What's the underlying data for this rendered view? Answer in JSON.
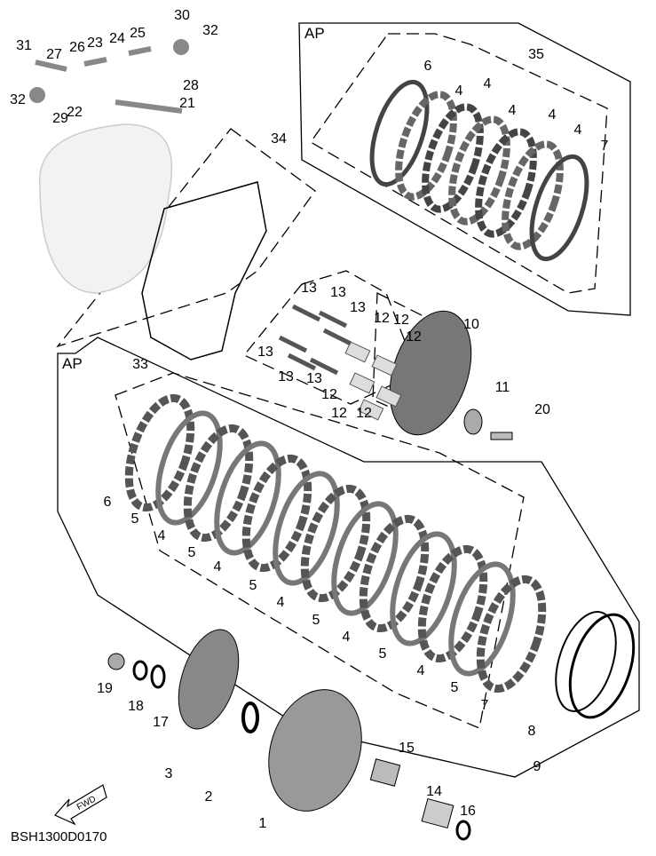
{
  "diagram": {
    "code": "BSH1300D0170",
    "group_marks": [
      "AP",
      "AP"
    ],
    "direction_arrow": "FWD",
    "part_labels": [
      "30",
      "32",
      "31",
      "27",
      "26",
      "23",
      "24",
      "25",
      "28",
      "21",
      "32",
      "29",
      "22",
      "34",
      "35",
      "6",
      "4",
      "4",
      "4",
      "4",
      "4",
      "7",
      "13",
      "13",
      "13",
      "12",
      "12",
      "12",
      "10",
      "13",
      "13",
      "13",
      "12",
      "12",
      "12",
      "11",
      "20",
      "33",
      "6",
      "5",
      "4",
      "5",
      "4",
      "5",
      "4",
      "5",
      "4",
      "5",
      "4",
      "5",
      "7",
      "8",
      "9",
      "19",
      "18",
      "17",
      "3",
      "2",
      "15",
      "14",
      "16",
      "1"
    ]
  }
}
